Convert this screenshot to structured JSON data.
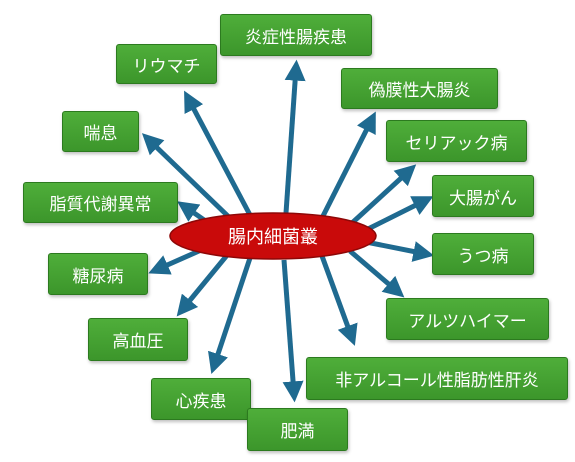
{
  "center": {
    "label": "腸内細菌叢",
    "color": "#c90a0a"
  },
  "arrow_color": "#1f6a90",
  "box_color": "#45a332",
  "nodes": [
    {
      "id": "ibd",
      "label": "炎症性腸疾患"
    },
    {
      "id": "rheumatism",
      "label": "リウマチ"
    },
    {
      "id": "pseudomembranous-colitis",
      "label": "偽膜性大腸炎"
    },
    {
      "id": "asthma",
      "label": "喘息"
    },
    {
      "id": "celiac",
      "label": "セリアック病"
    },
    {
      "id": "dyslipidemia",
      "label": "脂質代謝異常"
    },
    {
      "id": "colon-cancer",
      "label": "大腸がん"
    },
    {
      "id": "diabetes",
      "label": "糖尿病"
    },
    {
      "id": "depression",
      "label": "うつ病"
    },
    {
      "id": "alzheimers",
      "label": "アルツハイマー"
    },
    {
      "id": "hypertension",
      "label": "高血圧"
    },
    {
      "id": "nafld",
      "label": "非アルコール性脂肪性肝炎"
    },
    {
      "id": "heart-disease",
      "label": "心疾患"
    },
    {
      "id": "obesity",
      "label": "肥満"
    }
  ]
}
